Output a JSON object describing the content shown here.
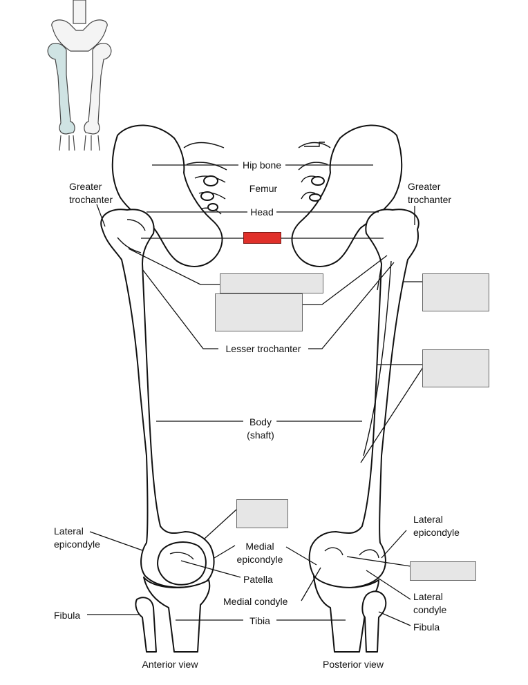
{
  "labels": {
    "hip_bone": "Hip bone",
    "femur": "Femur",
    "head": "Head",
    "greater_trochanter_left": "Greater\ntrochanter",
    "greater_trochanter_right": "Greater\ntrochanter",
    "lesser_trochanter": "Lesser trochanter",
    "body_shaft": "Body\n(shaft)",
    "lateral_epicondyle_left": "Lateral\nepicondyle",
    "lateral_epicondyle_right": "Lateral\nepicondyle",
    "medial_epicondyle": "Medial\nepicondyle",
    "patella": "Patella",
    "medial_condyle": "Medial condyle",
    "lateral_condyle": "Lateral\ncondyle",
    "fibula_left": "Fibula",
    "fibula_right": "Fibula",
    "tibia": "Tibia",
    "anterior_view": "Anterior view",
    "posterior_view": "Posterior view"
  },
  "colors": {
    "answer_box_fill": "#e6e6e6",
    "answer_box_border": "#666666",
    "highlight_box": "#e0302a",
    "thumbnail_highlight": "#cfe3e3"
  }
}
